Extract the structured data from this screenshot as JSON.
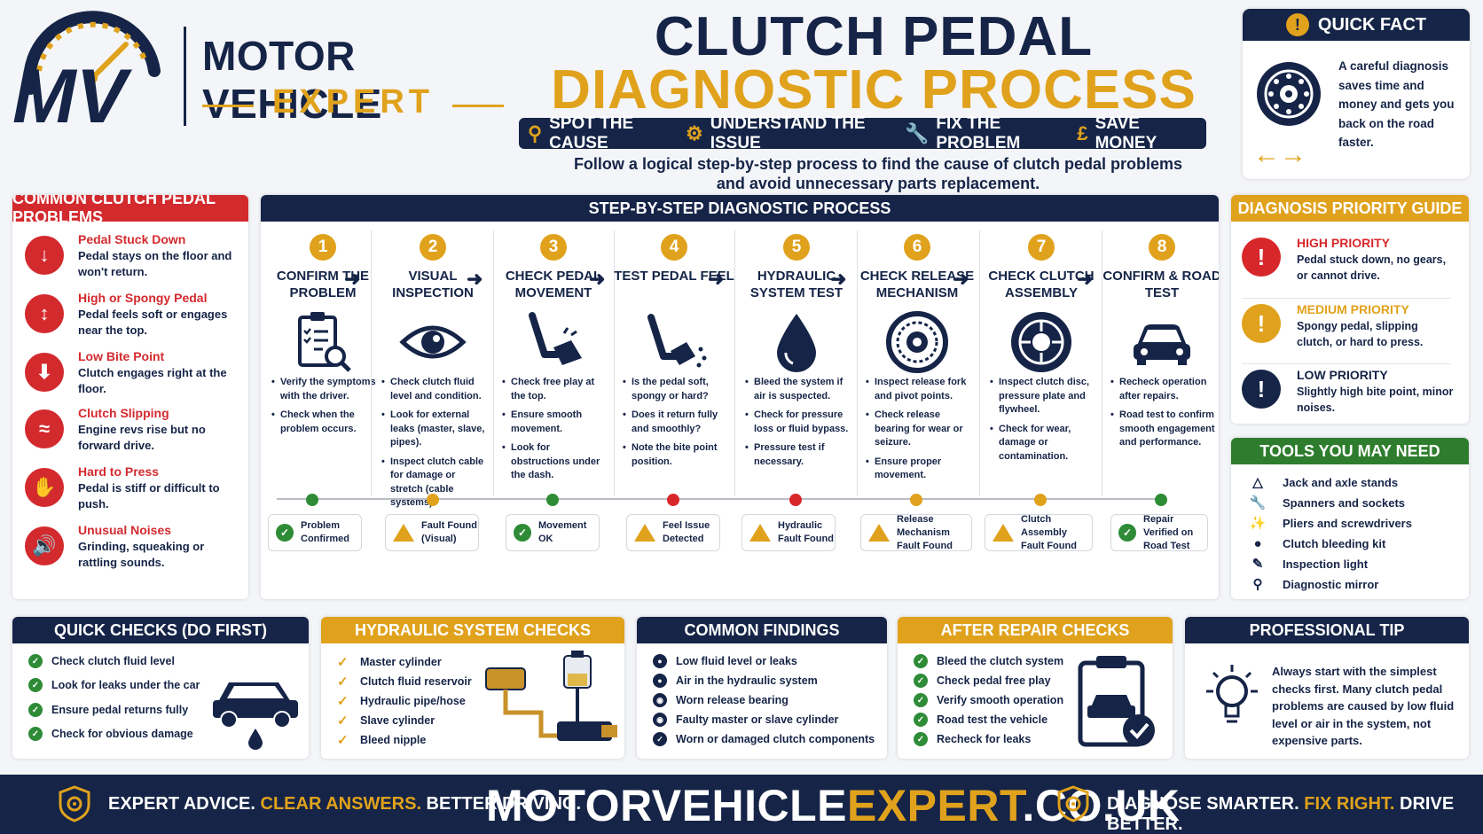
{
  "brand": {
    "line1": "MOTOR VEHICLE",
    "line2": "EXPERT",
    "mark": "MV"
  },
  "title": {
    "line1": "CLUTCH PEDAL",
    "line2": "DIAGNOSTIC PROCESS"
  },
  "pills": [
    {
      "icon": "search-icon",
      "label": "SPOT THE CAUSE"
    },
    {
      "icon": "gear-icon",
      "label": "UNDERSTAND THE ISSUE"
    },
    {
      "icon": "wrench-icon",
      "label": "FIX THE PROBLEM"
    },
    {
      "icon": "pound-icon",
      "label": "SAVE MONEY"
    }
  ],
  "subtitle": {
    "line1": "Follow a logical step-by-step process to find the cause of clutch pedal problems",
    "line2": "and avoid unnecessary parts replacement."
  },
  "quick_fact": {
    "title": "QUICK FACT",
    "text": "A careful diagnosis saves time and money and gets you back on the road faster."
  },
  "problems": {
    "title": "COMMON CLUTCH PEDAL PROBLEMS",
    "items": [
      {
        "title": "Pedal Stuck Down",
        "desc": "Pedal stays on the floor and won't return."
      },
      {
        "title": "High or Spongy Pedal",
        "desc": "Pedal feels soft or engages near the top."
      },
      {
        "title": "Low Bite Point",
        "desc": "Clutch engages right at the floor."
      },
      {
        "title": "Clutch Slipping",
        "desc": "Engine revs rise but no forward drive."
      },
      {
        "title": "Hard to Press",
        "desc": "Pedal is stiff or difficult to push."
      },
      {
        "title": "Unusual Noises",
        "desc": "Grinding, squeaking or rattling sounds."
      }
    ]
  },
  "process": {
    "title": "STEP-BY-STEP DIAGNOSTIC PROCESS",
    "steps": [
      {
        "num": "1",
        "title": "CONFIRM THE PROBLEM",
        "bullets": [
          "Verify the symptoms with the driver.",
          "Check when the problem occurs."
        ],
        "status": "Problem Confirmed",
        "kind": "ok",
        "dot": "#2e8b36"
      },
      {
        "num": "2",
        "title": "VISUAL INSPECTION",
        "bullets": [
          "Check clutch fluid level and condition.",
          "Look for external leaks (master, slave, pipes).",
          "Inspect clutch cable for damage or stretch (cable systems)."
        ],
        "status": "Fault Found (Visual)",
        "kind": "warn",
        "dot": "#e0a21c"
      },
      {
        "num": "3",
        "title": "CHECK PEDAL MOVEMENT",
        "bullets": [
          "Check free play at the top.",
          "Ensure smooth movement.",
          "Look for obstructions under the dash."
        ],
        "status": "Movement OK",
        "kind": "ok",
        "dot": "#2e8b36"
      },
      {
        "num": "4",
        "title": "TEST PEDAL FEEL",
        "bullets": [
          "Is the pedal soft, spongy or hard?",
          "Does it return fully and smoothly?",
          "Note the bite point position."
        ],
        "status": "Feel Issue Detected",
        "kind": "warn",
        "dot": "#d8272b"
      },
      {
        "num": "5",
        "title": "HYDRAULIC SYSTEM TEST",
        "bullets": [
          "Bleed the system if air is suspected.",
          "Check for pressure loss or fluid bypass.",
          "Pressure test if necessary."
        ],
        "status": "Hydraulic Fault Found",
        "kind": "warn",
        "dot": "#d8272b"
      },
      {
        "num": "6",
        "title": "CHECK RELEASE MECHANISM",
        "bullets": [
          "Inspect release fork and pivot points.",
          "Check release bearing for wear or seizure.",
          "Ensure proper movement."
        ],
        "status": "Release Mechanism Fault Found",
        "kind": "warn",
        "dot": "#e0a21c"
      },
      {
        "num": "7",
        "title": "CHECK CLUTCH ASSEMBLY",
        "bullets": [
          "Inspect clutch disc, pressure plate and flywheel.",
          "Check for wear, damage or contamination."
        ],
        "status": "Clutch Assembly Fault Found",
        "kind": "warn",
        "dot": "#e0a21c"
      },
      {
        "num": "8",
        "title": "CONFIRM & ROAD TEST",
        "bullets": [
          "Recheck operation after repairs.",
          "Road test to confirm smooth engagement and performance."
        ],
        "status": "Repair Verified on Road Test",
        "kind": "ok",
        "dot": "#2e8b36"
      }
    ]
  },
  "priority": {
    "title": "DIAGNOSIS PRIORITY GUIDE",
    "items": [
      {
        "title": "HIGH PRIORITY",
        "desc": "Pedal stuck down, no gears, or cannot drive.",
        "color": "#d8272b"
      },
      {
        "title": "MEDIUM PRIORITY",
        "desc": "Spongy pedal, slipping clutch, or hard to press.",
        "color": "#e0a21c"
      },
      {
        "title": "LOW PRIORITY",
        "desc": "Slightly high bite point, minor noises.",
        "color": "#152447"
      }
    ]
  },
  "tools": {
    "title": "TOOLS YOU MAY NEED",
    "items": [
      "Jack and axle stands",
      "Spanners and sockets",
      "Pliers and screwdrivers",
      "Clutch bleeding kit",
      "Inspection light",
      "Diagnostic mirror"
    ]
  },
  "quick_checks": {
    "title": "QUICK CHECKS (DO FIRST)",
    "items": [
      "Check clutch fluid level",
      "Look for leaks under the car",
      "Ensure pedal returns fully",
      "Check for obvious damage"
    ]
  },
  "hydraulic": {
    "title": "HYDRAULIC SYSTEM CHECKS",
    "items": [
      "Master cylinder",
      "Clutch fluid reservoir",
      "Hydraulic pipe/hose",
      "Slave cylinder",
      "Bleed nipple"
    ]
  },
  "findings": {
    "title": "COMMON FINDINGS",
    "items": [
      "Low fluid level or leaks",
      "Air in the hydraulic system",
      "Worn release bearing",
      "Faulty master or slave cylinder",
      "Worn or damaged clutch components"
    ]
  },
  "after_repair": {
    "title": "AFTER REPAIR CHECKS",
    "items": [
      "Bleed the clutch system",
      "Check pedal free play",
      "Verify smooth operation",
      "Road test the vehicle",
      "Recheck for leaks"
    ]
  },
  "pro_tip": {
    "title": "PROFESSIONAL TIP",
    "text": "Always start with the simplest checks first. Many clutch pedal problems are caused by low fluid level or air in the system, not expensive parts."
  },
  "footer": {
    "left_a": "EXPERT ADVICE. ",
    "left_b": "CLEAR ANSWERS.",
    "left_c": " BETTER DRIVING.",
    "site_a": "MOTORVEHICLE",
    "site_b": "EXPERT",
    "site_c": ".CO.UK",
    "right_a": "DIAGNOSE SMARTER. ",
    "right_b": "FIX RIGHT.",
    "right_c": " DRIVE BETTER."
  }
}
